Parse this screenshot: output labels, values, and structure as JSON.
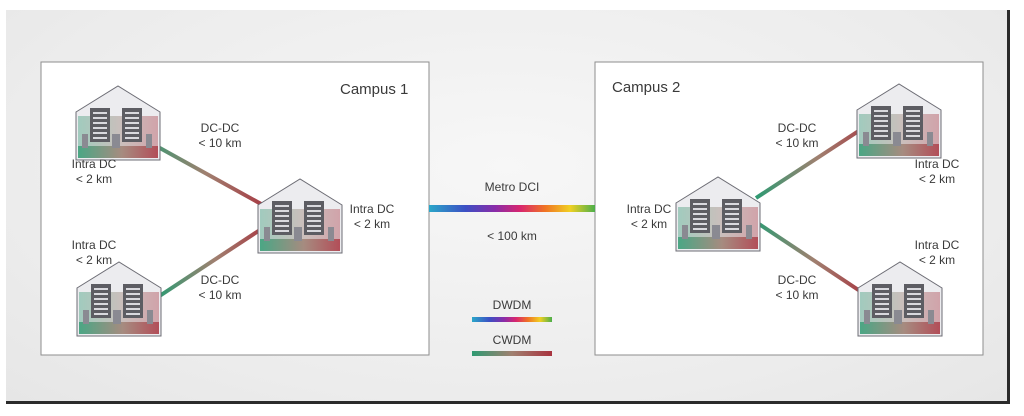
{
  "campuses": [
    {
      "title": "Campus 1"
    },
    {
      "title": "Campus 2"
    }
  ],
  "labels": {
    "c1_top_intra": [
      "Intra DC",
      "< 2 km"
    ],
    "c1_bottom_intra": [
      "Intra DC",
      "< 2 km"
    ],
    "c1_top_dcdc": [
      "DC-DC",
      "< 10 km"
    ],
    "c1_bottom_dcdc": [
      "DC-DC",
      "< 10 km"
    ],
    "c1_hub_intra": [
      "Intra DC",
      "< 2 km"
    ],
    "c2_hub_intra": [
      "Intra DC",
      "< 2 km"
    ],
    "c2_top_dcdc": [
      "DC-DC",
      "< 10 km"
    ],
    "c2_bottom_dcdc": [
      "DC-DC",
      "< 10 km"
    ],
    "c2_top_intra": [
      "Intra DC",
      "< 2 km"
    ],
    "c2_bottom_intra": [
      "Intra DC",
      "< 2 km"
    ],
    "metro_title": "Metro DCI",
    "metro_distance": "< 100 km"
  },
  "legend": [
    {
      "label": "DWDM",
      "style": "rainbow"
    },
    {
      "label": "CWDM",
      "style": "green-red"
    }
  ],
  "colors": {
    "green": "#2e9a72",
    "red": "#a8323e",
    "building_fill": "#e9e9ec",
    "building_stroke": "#6c6c74",
    "rack": "#5d5d63"
  }
}
